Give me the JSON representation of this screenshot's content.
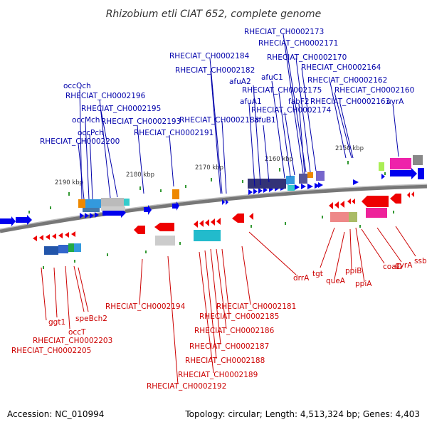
{
  "title": "Rhizobium etli CIAT 652, complete genome",
  "footer": {
    "accession": "Accession: NC_010994",
    "stats": "Topology: circular; Length: 4,513,324 bp; Genes: 4,403"
  },
  "colors": {
    "forward_label": "#0000aa",
    "reverse_label": "#cc0000",
    "forward_gene": "#0000ee",
    "reverse_gene": "#ee0000",
    "backbone": "#777777"
  },
  "ticks": [
    "2190 kbp",
    "2180 kbp",
    "2170 kbp",
    "2160 kbp",
    "2150 kbp"
  ],
  "labels_forward": [
    "occQch",
    "RHECIAT_CH0002196",
    "RHECIAT_CH0002195",
    "occMch",
    "RHECIAT_CH0002193",
    "occPch",
    "RHECIAT_CH0002191",
    "RHECIAT_CH0002200",
    "RHECIAT_CH0002184",
    "RHECIAT_CH0002182",
    "afuA2",
    "afuA1",
    "RHECIAT_CH0002183",
    "afuB1",
    "afuC1",
    "RHECIAT_CH0002175",
    "RHECIAT_CH0002174",
    "fabF2",
    "RHECIAT_CH0002173",
    "RHECIAT_CH0002171",
    "RHECIAT_CH0002170",
    "RHECIAT_CH0002164",
    "RHECIAT_CH0002162",
    "RHECIAT_CH0002160",
    "RHECIAT_CH0002163",
    "uvrA"
  ],
  "labels_reverse": [
    "ggt1",
    "occT",
    "speBch2",
    "RHECIAT_CH0002203",
    "RHECIAT_CH0002205",
    "RHECIAT_CH0002194",
    "RHECIAT_CH0002181",
    "RHECIAT_CH0002185",
    "RHECIAT_CH0002186",
    "RHECIAT_CH0002187",
    "RHECIAT_CH0002188",
    "RHECIAT_CH0002189",
    "RHECIAT_CH0002192",
    "drrA",
    "tgt",
    "queA",
    "ppiB",
    "ppiA",
    "coaD",
    "gyrA",
    "ssb"
  ]
}
